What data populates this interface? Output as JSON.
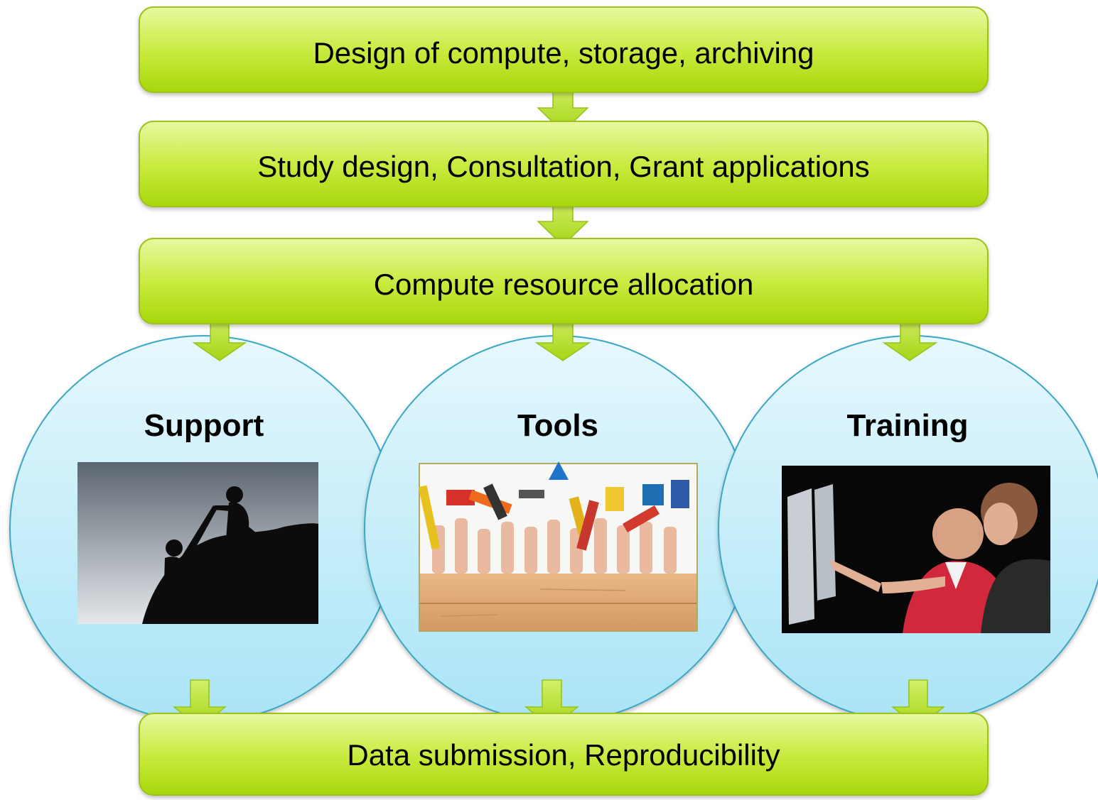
{
  "flow": {
    "box_design": "Design of compute, storage, archiving",
    "box_study": "Study design, Consultation, Grant applications",
    "box_allocation": "Compute resource allocation",
    "box_data": "Data submission, Reproducibility"
  },
  "branches": {
    "support": "Support",
    "tools": "Tools",
    "training": "Training"
  },
  "colors": {
    "box_fill_top": "#e6f79a",
    "box_fill_bottom": "#a6d40a",
    "box_border": "#9cc21a",
    "arrow_fill": "#b2e024",
    "circle_fill_top": "#e4f7fd",
    "circle_fill_bottom": "#aee6f7",
    "circle_border": "#3aa7c4"
  },
  "images": {
    "support": "photo of two climbers silhouetted helping each other up a rock",
    "tools": "photo of many raised hands holding hand tools behind a wooden board",
    "training": "photo of two people looking at a computer monitor, one pointing at the screen"
  }
}
